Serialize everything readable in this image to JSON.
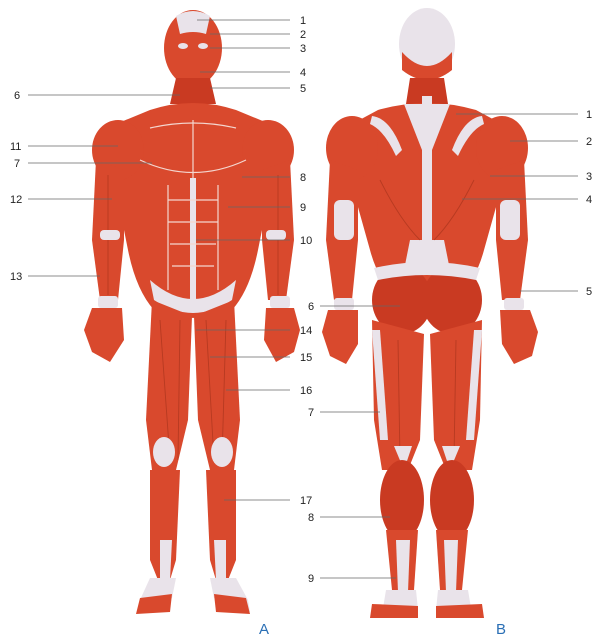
{
  "figure": {
    "view_front_label": "A",
    "view_back_label": "B",
    "front_labels": [
      "1",
      "2",
      "3",
      "4",
      "5",
      "6",
      "7",
      "8",
      "9",
      "10",
      "11",
      "12",
      "13",
      "14",
      "15",
      "16",
      "17"
    ],
    "back_labels": [
      "1",
      "2",
      "3",
      "4",
      "5",
      "6",
      "7",
      "8",
      "9"
    ]
  },
  "colors": {
    "muscle": "#d9492d",
    "muscle_dark": "#c93a22",
    "tendon": "#e9e3ea",
    "label_letter": "#2a6fb5"
  }
}
